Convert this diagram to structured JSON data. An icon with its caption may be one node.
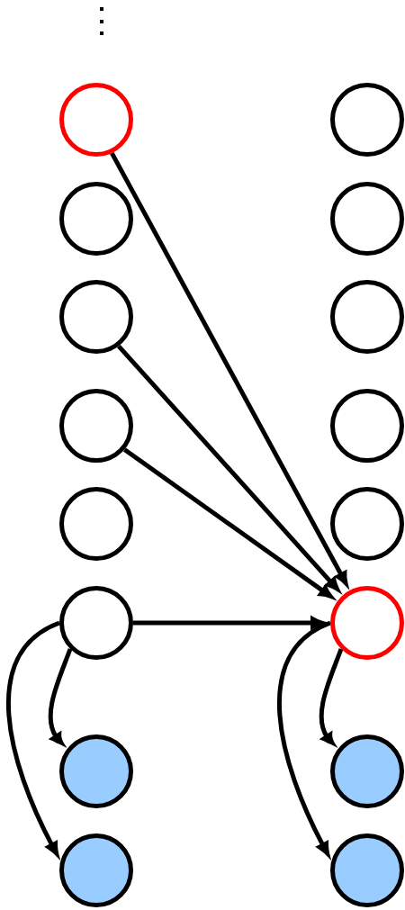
{
  "diagram": {
    "nodes": [
      {
        "text": [],
        "shape": "circle"
      },
      {
        "text": [],
        "shape": "circle"
      },
      {
        "text": [],
        "shape": "circle"
      },
      {
        "text": [],
        "shape": "circle"
      },
      {
        "text": [],
        "shape": "circle"
      },
      {
        "text": [],
        "shape": "circle"
      },
      {
        "text": [],
        "shape": "circle"
      },
      {
        "text": [],
        "shape": "circle"
      },
      {
        "text": [],
        "shape": "circle"
      },
      {
        "text": [],
        "shape": "circle"
      },
      {
        "text": [],
        "shape": "circle"
      },
      {
        "text": [],
        "shape": "circle"
      },
      {
        "text": [],
        "shape": "circle"
      },
      {
        "text": [],
        "shape": "circle"
      },
      {
        "text": [],
        "shape": "circle"
      },
      {
        "text": [],
        "shape": "circle"
      }
    ],
    "edges": [
      {
        "from": 0,
        "to": 13,
        "arrow": "to"
      },
      {
        "from": 2,
        "to": 13,
        "arrow": "to"
      },
      {
        "from": 3,
        "to": 13,
        "arrow": "to"
      },
      {
        "from": 5,
        "to": 13,
        "arrow": "to"
      },
      {
        "from": 5,
        "to": 6,
        "arrow": "to"
      },
      {
        "from": 5,
        "to": 7,
        "arrow": "to"
      },
      {
        "from": 13,
        "to": 14,
        "arrow": "to"
      },
      {
        "from": 13,
        "to": 15,
        "arrow": "to"
      }
    ]
  }
}
